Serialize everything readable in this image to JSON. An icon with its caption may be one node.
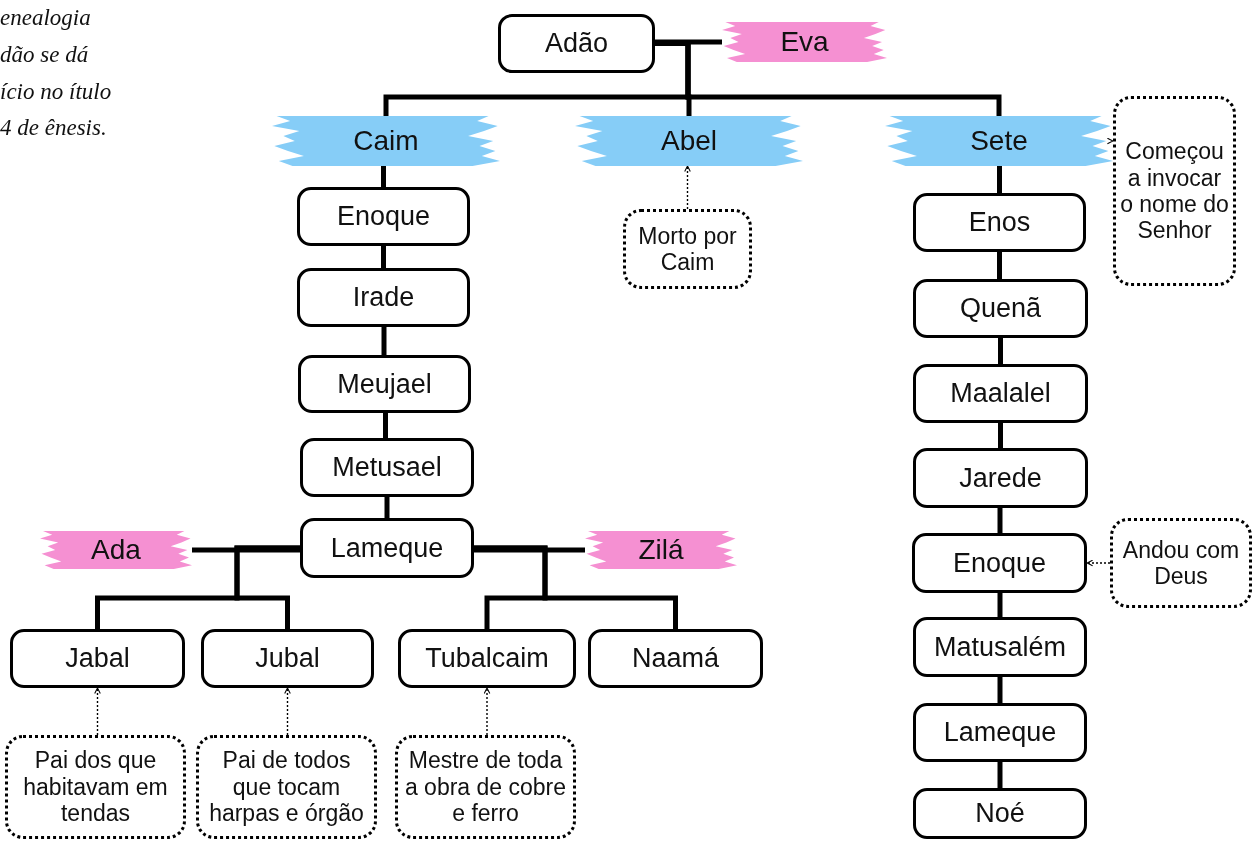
{
  "diagram": {
    "nodes": [
      {
        "text": [
          "Adão"
        ]
      },
      {
        "text": [
          "Eva"
        ]
      },
      {
        "text": [
          "Caim"
        ]
      },
      {
        "text": [
          "Abel"
        ]
      },
      {
        "text": [
          "Sete"
        ]
      },
      {
        "text": [
          "Enoque"
        ]
      },
      {
        "text": [
          "Irade"
        ]
      },
      {
        "text": [
          "Meujael"
        ]
      },
      {
        "text": [
          "Metusael"
        ]
      },
      {
        "text": [
          "Lameque"
        ]
      },
      {
        "text": [
          "Ada"
        ]
      },
      {
        "text": [
          "Zilá"
        ]
      },
      {
        "text": [
          "Jabal"
        ]
      },
      {
        "text": [
          "Jubal"
        ]
      },
      {
        "text": [
          "Tubalcaim"
        ]
      },
      {
        "text": [
          "Naamá"
        ]
      },
      {
        "text": [
          "Morto por Caim"
        ]
      },
      {
        "text": [
          "Pai dos que habitavam em tendas"
        ]
      },
      {
        "text": [
          "Pai de todos que tocam harpas e órgão"
        ]
      },
      {
        "text": [
          "Mestre de toda a obra de cobre e ferro"
        ]
      },
      {
        "text": [
          "Enos"
        ]
      },
      {
        "text": [
          "Quenã"
        ]
      },
      {
        "text": [
          "Maalalel"
        ]
      },
      {
        "text": [
          "Jarede"
        ]
      },
      {
        "text": [
          "Enoque"
        ]
      },
      {
        "text": [
          "Matusalém"
        ]
      },
      {
        "text": [
          "Lameque"
        ]
      },
      {
        "text": [
          "Noé"
        ]
      },
      {
        "text": [
          "Começou a invocar o nome do Senhor"
        ]
      },
      {
        "text": [
          "Andou com Deus"
        ]
      }
    ],
    "edges": [
      {
        "from": 0,
        "to": 1,
        "arrow": "none"
      },
      {
        "from": 0,
        "to": 2,
        "arrow": "none"
      },
      {
        "from": 0,
        "to": 3,
        "arrow": "none"
      },
      {
        "from": 0,
        "to": 4,
        "arrow": "none"
      },
      {
        "from": 2,
        "to": 5,
        "arrow": "none"
      },
      {
        "from": 5,
        "to": 6,
        "arrow": "none"
      },
      {
        "from": 6,
        "to": 7,
        "arrow": "none"
      },
      {
        "from": 7,
        "to": 8,
        "arrow": "none"
      },
      {
        "from": 8,
        "to": 9,
        "arrow": "none"
      },
      {
        "from": 9,
        "to": 10,
        "arrow": "none"
      },
      {
        "from": 9,
        "to": 11,
        "arrow": "none"
      },
      {
        "from": 9,
        "to": 12,
        "arrow": "none"
      },
      {
        "from": 9,
        "to": 13,
        "arrow": "none"
      },
      {
        "from": 9,
        "to": 14,
        "arrow": "none"
      },
      {
        "from": 9,
        "to": 15,
        "arrow": "none"
      },
      {
        "from": 4,
        "to": 20,
        "arrow": "none"
      },
      {
        "from": 20,
        "to": 21,
        "arrow": "none"
      },
      {
        "from": 21,
        "to": 22,
        "arrow": "none"
      },
      {
        "from": 22,
        "to": 23,
        "arrow": "none"
      },
      {
        "from": 23,
        "to": 24,
        "arrow": "none"
      },
      {
        "from": 24,
        "to": 25,
        "arrow": "none"
      },
      {
        "from": 25,
        "to": 26,
        "arrow": "none"
      },
      {
        "from": 26,
        "to": 27,
        "arrow": "none"
      },
      {
        "from": 16,
        "to": 3,
        "arrow": "to",
        "style": "dashed"
      },
      {
        "from": 17,
        "to": 12,
        "arrow": "to",
        "style": "dashed"
      },
      {
        "from": 18,
        "to": 13,
        "arrow": "to",
        "style": "dashed"
      },
      {
        "from": 19,
        "to": 14,
        "arrow": "to",
        "style": "dashed"
      },
      {
        "from": 28,
        "to": 4,
        "arrow": "to",
        "style": "dashed"
      },
      {
        "from": 29,
        "to": 24,
        "arrow": "to",
        "style": "dashed"
      }
    ],
    "labels": [
      "enealogia dão se dá ício no ítulo 4 de ênesis."
    ]
  }
}
